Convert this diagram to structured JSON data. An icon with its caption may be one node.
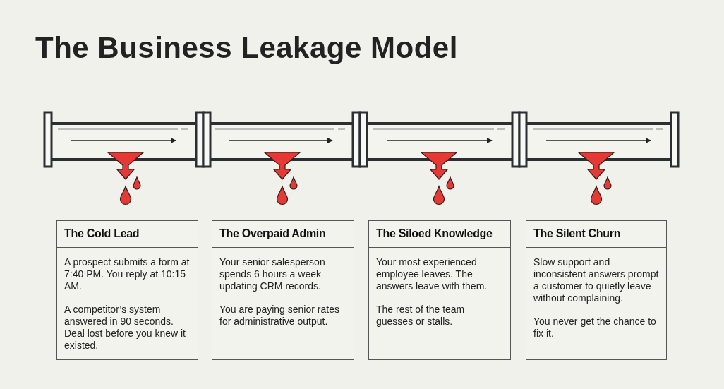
{
  "diagram": {
    "title": "The Business Leakage Model",
    "nodes": [
      {
        "text": [
          "The Cold Lead",
          "A prospect submits a form at 7:40 PM. You reply at 10:15 AM.",
          "A competitor’s system answered in 90 seconds. Deal lost before you knew it existed."
        ]
      },
      {
        "text": [
          "The Overpaid Admin",
          "Your senior salesperson spends 6 hours a week updating CRM records.",
          "You are paying senior rates for administrative output."
        ]
      },
      {
        "text": [
          "The Siloed Knowledge",
          "Your most experienced employee leaves. The answers leave with them.",
          "The rest of the team guesses or stalls."
        ]
      },
      {
        "text": [
          "The Silent Churn",
          "Slow support and inconsistent answers prompt a customer to quietly leave without complaining.",
          "You never get the chance to fix it."
        ]
      }
    ]
  }
}
